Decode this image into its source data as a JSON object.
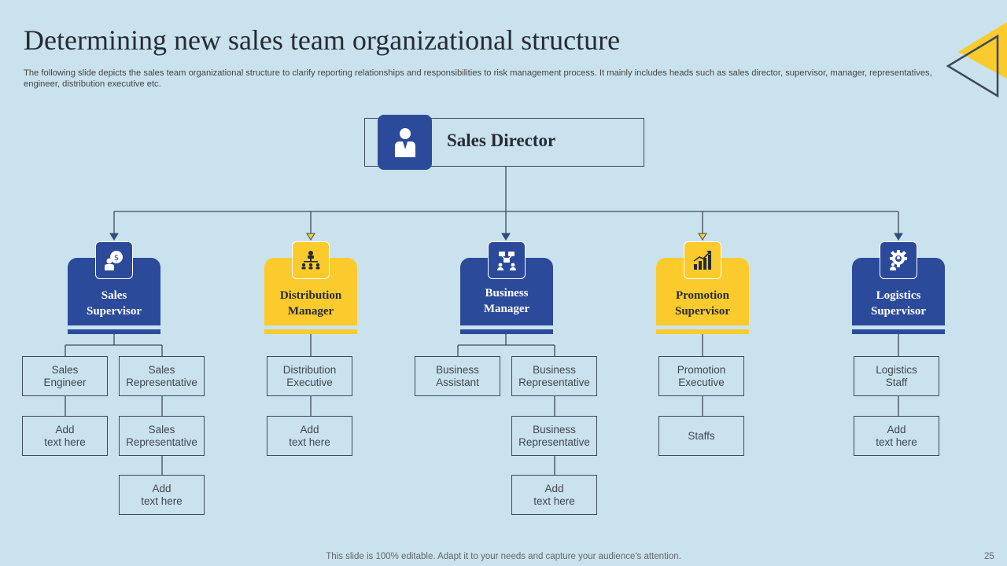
{
  "title": "Determining new sales team organizational structure",
  "subtitle": "The following slide depicts the sales team organizational structure to clarify reporting relationships and responsibilities to risk management process. It mainly includes heads such as sales director, supervisor, manager, representatives, engineer, distribution executive etc.",
  "director": {
    "label": "Sales Director",
    "icon": "user-icon"
  },
  "heads": [
    {
      "label": "Sales\nSupervisor",
      "icon": "money-bag-icon",
      "color": "#2c4a9a"
    },
    {
      "label": "Distribution\nManager",
      "icon": "org-chart-icon",
      "color": "#fbcb2e"
    },
    {
      "label": "Business\nManager",
      "icon": "team-network-icon",
      "color": "#2c4a9a"
    },
    {
      "label": "Promotion\nSupervisor",
      "icon": "growth-chart-icon",
      "color": "#fbcb2e"
    },
    {
      "label": "Logistics\nSupervisor",
      "icon": "gear-user-icon",
      "color": "#2c4a9a"
    }
  ],
  "boxes": {
    "sales_engineer": "Sales\nEngineer",
    "sales_engineer_child": "Add\ntext here",
    "sales_rep_1": "Sales\nRepresentative",
    "sales_rep_2": "Sales\nRepresentative",
    "sales_rep_child": "Add\ntext here",
    "distribution_exec": "Distribution\nExecutive",
    "distribution_child": "Add\ntext here",
    "business_assistant": "Business\nAssistant",
    "business_rep_1": "Business\nRepresentative",
    "business_rep_2": "Business\nRepresentative",
    "business_child": "Add\ntext here",
    "promotion_exec": "Promotion\nExecutive",
    "promotion_child": "Staffs",
    "logistics_staff": "Logistics\nStaff",
    "logistics_child": "Add\ntext here"
  },
  "footer": "This slide is 100% editable. Adapt it to your needs and capture your audience's attention.",
  "page_number": "25",
  "colors": {
    "background": "#c9e2ee",
    "blue": "#2c4a9a",
    "yellow": "#fbcb2e",
    "line": "#3d4a5a"
  }
}
